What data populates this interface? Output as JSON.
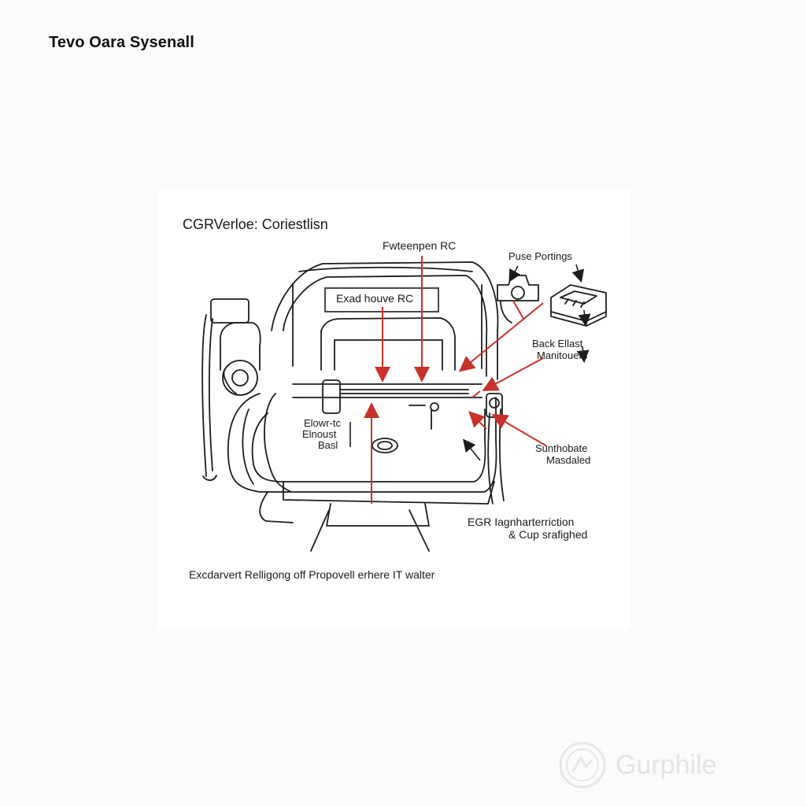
{
  "page": {
    "title": "Tevo Oara Sysenall"
  },
  "diagram": {
    "subtitle": "CGRVerloe: Coriestlisn",
    "labels": {
      "top_center": "Fwteenpen RC",
      "top_right": "Puse Portings",
      "header_box": "Exad houve RC",
      "right_upper_line1": "Back Ellast",
      "right_upper_line2": "Manitouers",
      "left_mid_line1": "Elowr-tc",
      "left_mid_line2": "Elnoust",
      "left_mid_line3": "Basl",
      "right_mid_line1": "Sunthobate",
      "right_mid_line2": "Masdaled",
      "right_lower_line1": "EGR Iagnharterriction",
      "right_lower_line2": "& Cup srafighed",
      "caption": "Excdarvert Relligong off Propovell erhere IT walter"
    },
    "colors": {
      "line": "#1d1d1d",
      "arrow_red": "#c8322b",
      "background": "#ffffff"
    }
  },
  "watermark": {
    "text": "Gurphile",
    "icon": "logo-circle-icon"
  }
}
